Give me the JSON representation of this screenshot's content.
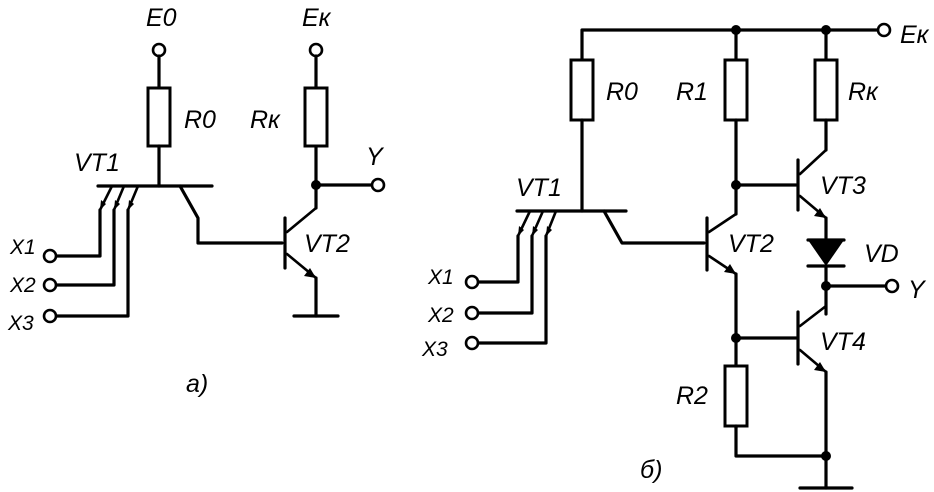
{
  "diagram_a": {
    "caption": "a)",
    "supply_e0": "E0",
    "supply_ek": "Eк",
    "r0": "R0",
    "rk": "Rк",
    "vt1": "VT1",
    "vt2": "VT2",
    "output": "Y",
    "inputs": [
      "X1",
      "X2",
      "X3"
    ]
  },
  "diagram_b": {
    "caption": "б)",
    "supply_ek": "Eк",
    "r0": "R0",
    "r1": "R1",
    "rk": "Rк",
    "r2": "R2",
    "vt1": "VT1",
    "vt2": "VT2",
    "vt3": "VT3",
    "vt4": "VT4",
    "vd": "VD",
    "output": "Y",
    "inputs": [
      "X1",
      "X2",
      "X3"
    ]
  }
}
